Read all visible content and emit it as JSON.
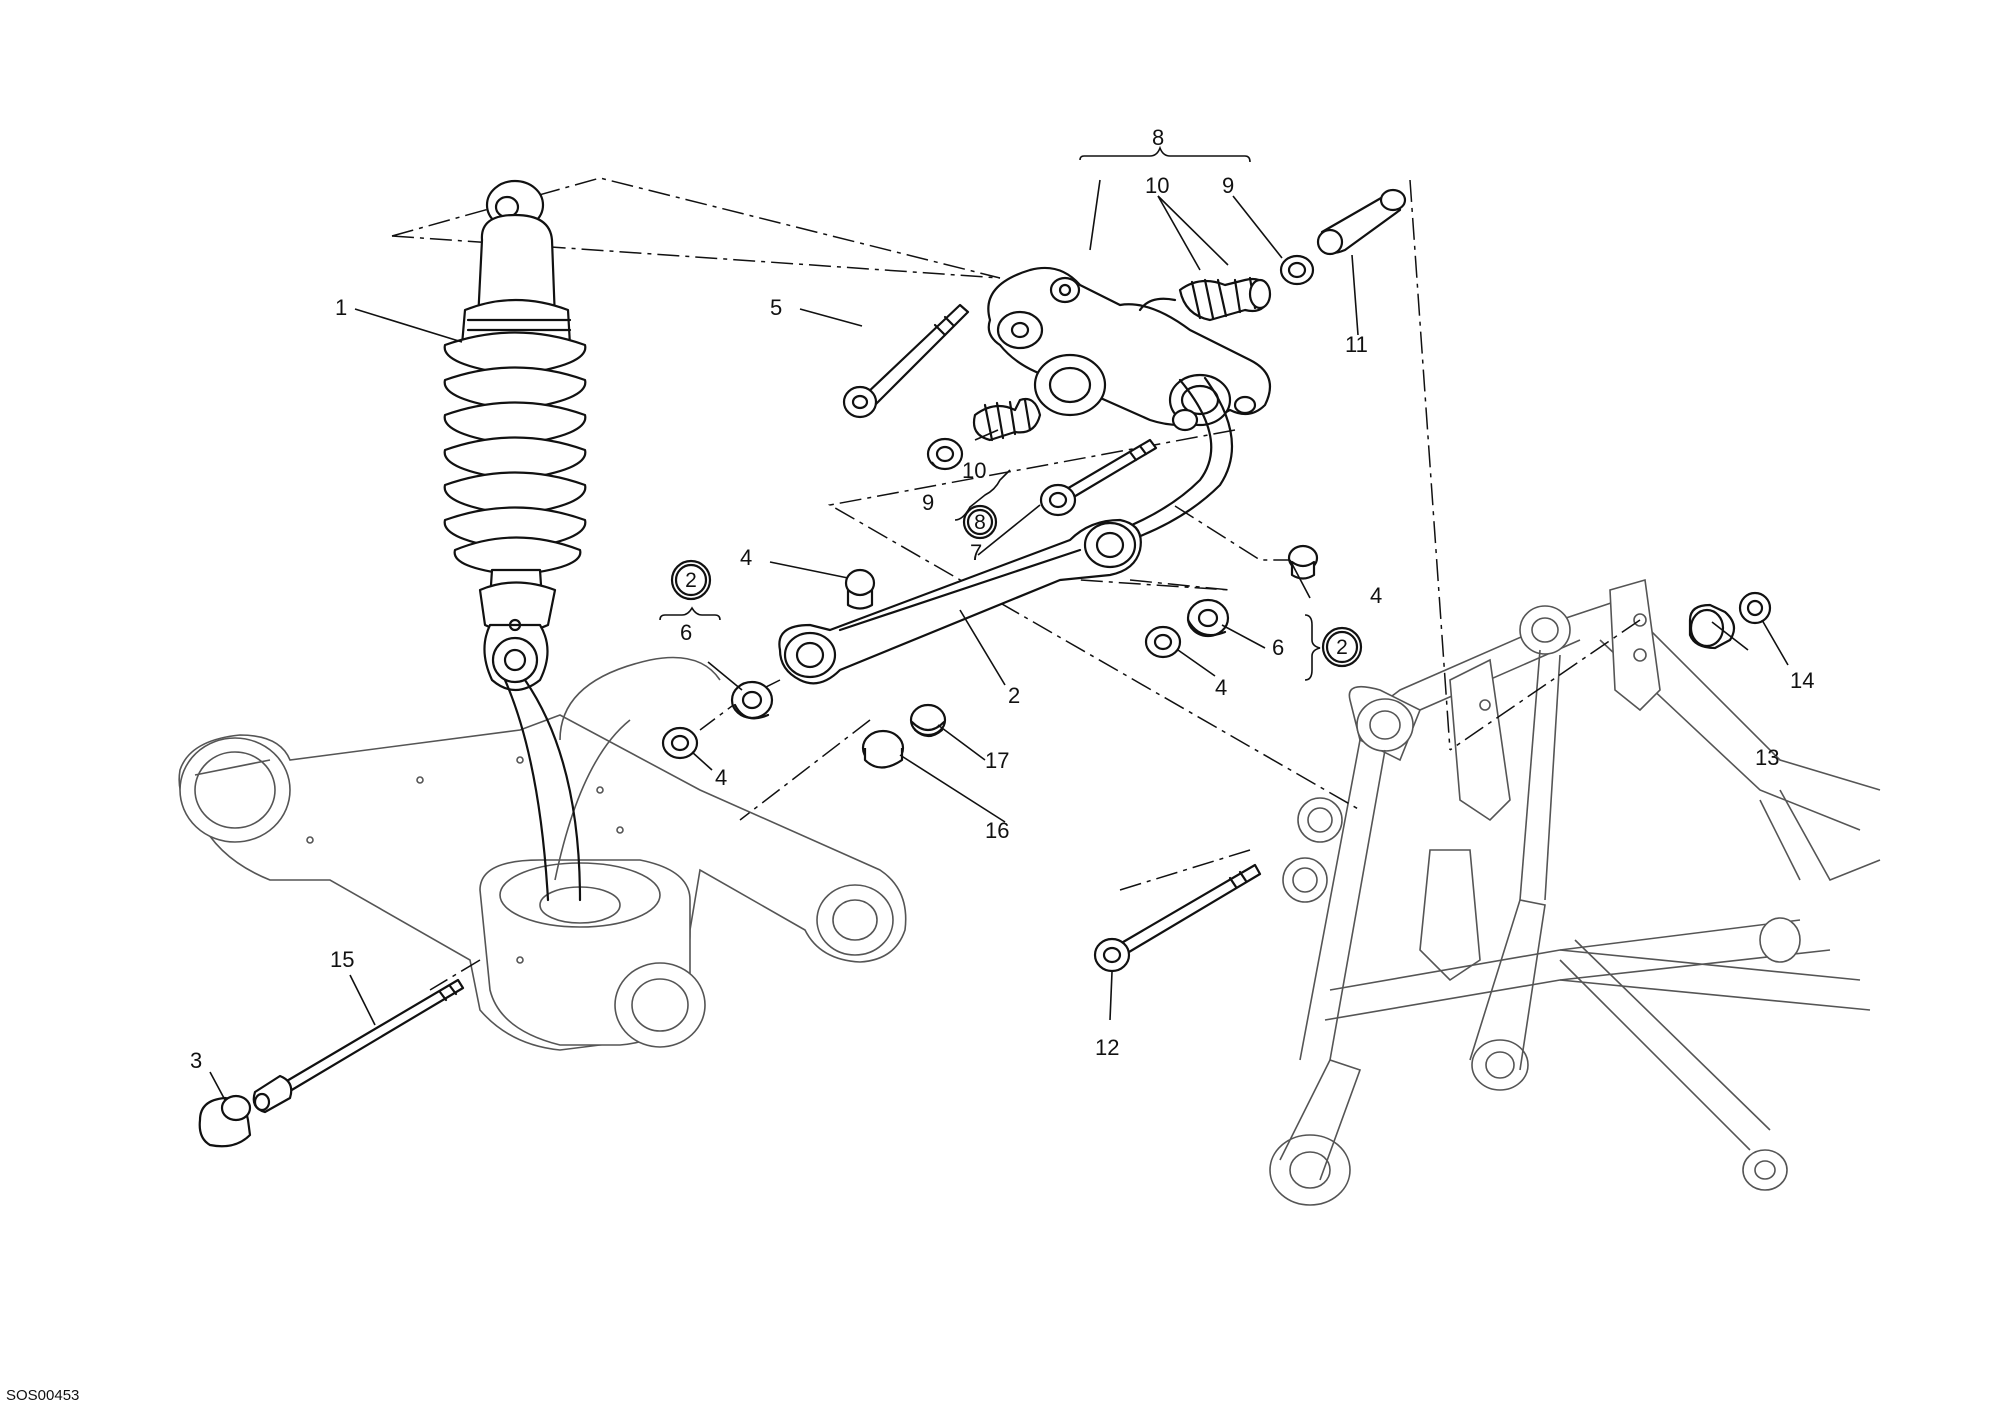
{
  "diagram": {
    "code": "SOS00453",
    "callouts": {
      "c1": "1",
      "c2": "2",
      "c3": "3",
      "c4a": "4",
      "c4b": "4",
      "c4c": "4",
      "c4d": "4",
      "c5": "5",
      "c6a": "6",
      "c6b": "6",
      "c7": "7",
      "c8top": "8",
      "c8circ": "8",
      "c9top": "9",
      "c9low": "9",
      "c10top": "10",
      "c10low": "10",
      "c11": "11",
      "c12": "12",
      "c13": "13",
      "c14": "14",
      "c15": "15",
      "c16": "16",
      "c17": "17",
      "c2circ_left": "2",
      "c2circ_right": "2"
    }
  }
}
